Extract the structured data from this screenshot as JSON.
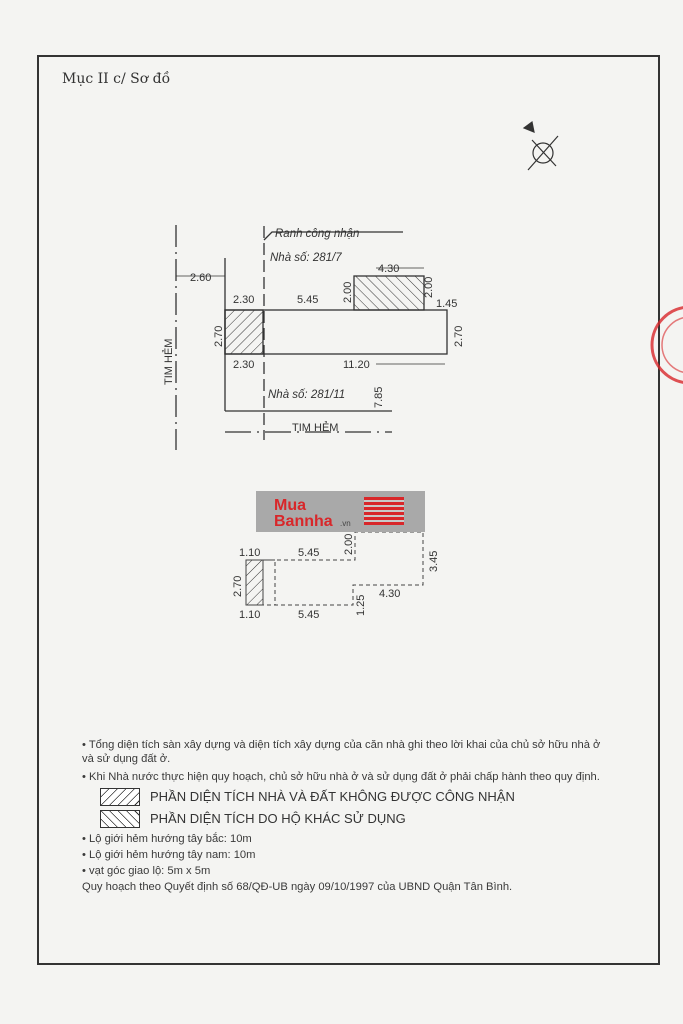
{
  "header": {
    "title": "Mục II c/ Sơ đồ"
  },
  "plan1": {
    "boundary_label": "Ranh công nhận",
    "house_top": "Nhà số: 281/7",
    "house_bottom": "Nhà số: 281/11",
    "alley_left": "TIM HẺM",
    "alley_bottom": "TIM HẺM",
    "dims": {
      "d260": "2.60",
      "d230a": "2.30",
      "d545": "5.45",
      "d430": "4.30",
      "d200a": "2.00",
      "d200b": "2.00",
      "d145": "1.45",
      "d270a": "2.70",
      "d270b": "2.70",
      "d230b": "2.30",
      "d1120": "11.20",
      "d785": "7.85"
    }
  },
  "plan2": {
    "dims": {
      "d110a": "1.10",
      "d545a": "5.45",
      "d200": "2.00",
      "d345": "3.45",
      "d270": "2.70",
      "d430": "4.30",
      "d125": "1.25",
      "d110b": "1.10",
      "d545b": "5.45"
    }
  },
  "watermark": {
    "line1": "Mua",
    "line2": "Bannha",
    "suffix": ".vn"
  },
  "notes": {
    "n1": "• Tổng diện tích sàn xây dựng và diện tích xây dựng của căn nhà ghi theo lời khai của chủ sở hữu nhà ở và sử dụng đất ở.",
    "n2": "• Khi Nhà nước thực hiện quy hoạch, chủ sở hữu nhà ở và sử dụng đất ở phải chấp hành theo quy định.",
    "legend1": "PHẦN DIỆN TÍCH  NHÀ VÀ ĐẤT KHÔNG ĐƯỢC CÔNG NHẬN",
    "legend2": "PHẦN DIỆN TÍCH DO HỘ KHÁC SỬ DỤNG",
    "n3": "• Lộ giới hẻm hướng tây bắc: 10m",
    "n4": "• Lộ giới hẻm hướng tây nam: 10m",
    "n5": "• vạt góc giao lộ: 5m x 5m",
    "n6": "Quy hoạch theo Quyết định số 68/QĐ-UB ngày 09/10/1997 của UBND Quận Tân Bình."
  },
  "colors": {
    "ink": "#333333",
    "stamp": "#d8272a",
    "watermark_bg": "#a9a9a9"
  }
}
